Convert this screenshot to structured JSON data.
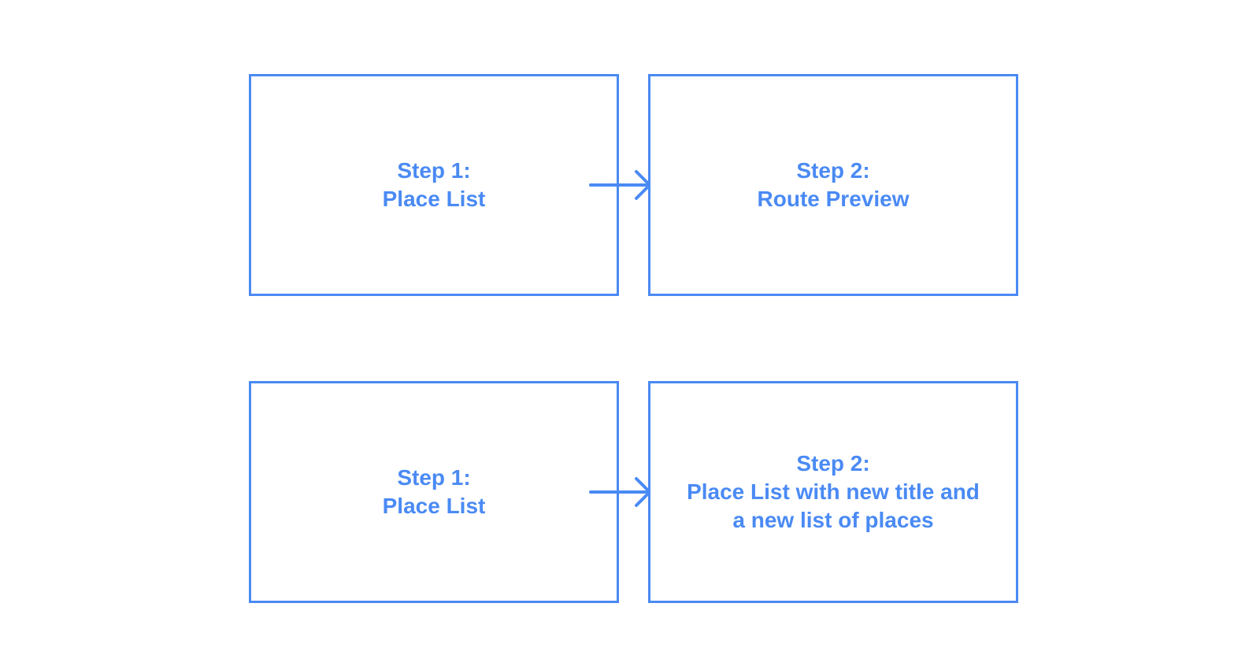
{
  "accent_color": "#4A8AF4",
  "rows": [
    {
      "from": {
        "lines": [
          "Step 1:",
          "Place List"
        ]
      },
      "to": {
        "lines": [
          "Step 2:",
          "Route Preview"
        ]
      }
    },
    {
      "from": {
        "lines": [
          "Step 1:",
          "Place List"
        ]
      },
      "to": {
        "lines": [
          "Step 2:",
          "Place List with new title and",
          "a new list of places"
        ]
      }
    }
  ]
}
